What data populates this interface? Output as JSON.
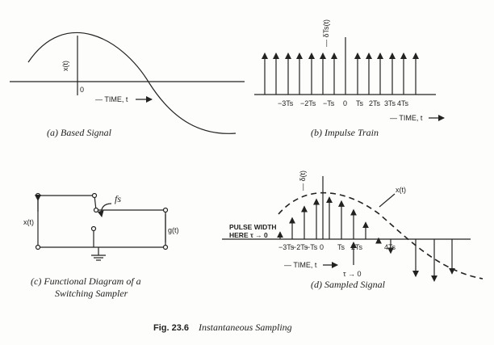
{
  "panel_a": {
    "ylabel": "x(t)",
    "origin": "0",
    "time_label": "— TIME, t",
    "caption": "(a) Based Signal"
  },
  "panel_b": {
    "ylabel": "— δTs(t)",
    "ticks": [
      "−3Ts",
      "−2Ts",
      "−Ts",
      "0",
      "Ts",
      "2Ts",
      "3Ts",
      "4Ts"
    ],
    "time_label": "— TIME, t",
    "caption": "(b) Impulse Train"
  },
  "panel_c": {
    "input_label": "x(t)",
    "output_label": "g(t)",
    "switch_label": "fs",
    "caption_line1": "(c) Functional Diagram of a",
    "caption_line2": "Switching Sampler"
  },
  "panel_d": {
    "ylabel": "— δ(t)",
    "signal_label": "x(t)",
    "pulse_line1": "PULSE WIDTH",
    "pulse_line2": "HERE τ → 0",
    "ticks": [
      "−3Ts",
      "−2Ts",
      "−Ts",
      "0",
      "Ts",
      "2Ts",
      "4Ts"
    ],
    "time_label": "— TIME, t",
    "tau_label": "τ → 0",
    "caption": "(d) Sampled Signal"
  },
  "figure": {
    "number": "Fig. 23.6",
    "title": "Instantaneous Sampling"
  }
}
